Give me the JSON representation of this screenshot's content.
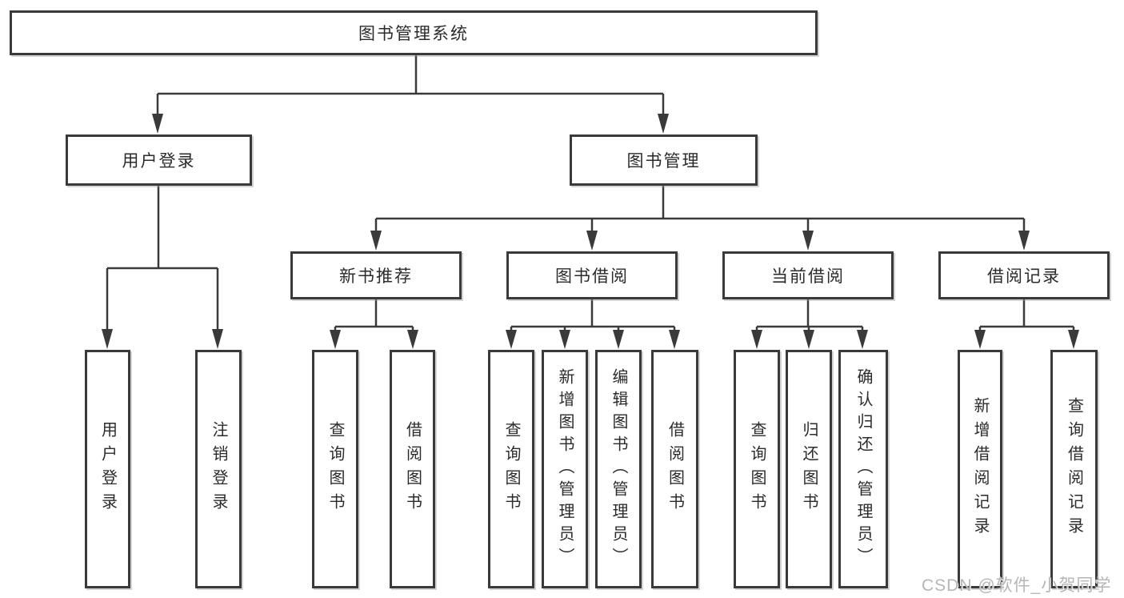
{
  "diagram_title": "图书管理系统",
  "tree": {
    "root": {
      "label": "图书管理系统"
    },
    "branches": [
      {
        "label": "用户登录",
        "children": [
          {
            "label": "用户登录"
          },
          {
            "label": "注销登录"
          }
        ]
      },
      {
        "label": "图书管理",
        "children": [
          {
            "label": "新书推荐",
            "children": [
              {
                "label": "查询图书"
              },
              {
                "label": "借阅图书"
              }
            ]
          },
          {
            "label": "图书借阅",
            "children": [
              {
                "label": "查询图书"
              },
              {
                "label": "新增图书（管理员）"
              },
              {
                "label": "编辑图书（管理员）"
              },
              {
                "label": "借阅图书"
              }
            ]
          },
          {
            "label": "当前借阅",
            "children": [
              {
                "label": "查询图书"
              },
              {
                "label": "归还图书"
              },
              {
                "label": "确认归还（管理员）"
              }
            ]
          },
          {
            "label": "借阅记录",
            "children": [
              {
                "label": "新增借阅记录"
              },
              {
                "label": "查询借阅记录"
              }
            ]
          }
        ]
      }
    ]
  },
  "watermark": {
    "text": "CSDN @软件_小贺同学"
  },
  "colors": {
    "line": "#3a3a3a",
    "box_border": "#3a3a3a",
    "text": "#2b2b2b",
    "watermark": "#b2b2b2",
    "background": "#ffffff"
  }
}
